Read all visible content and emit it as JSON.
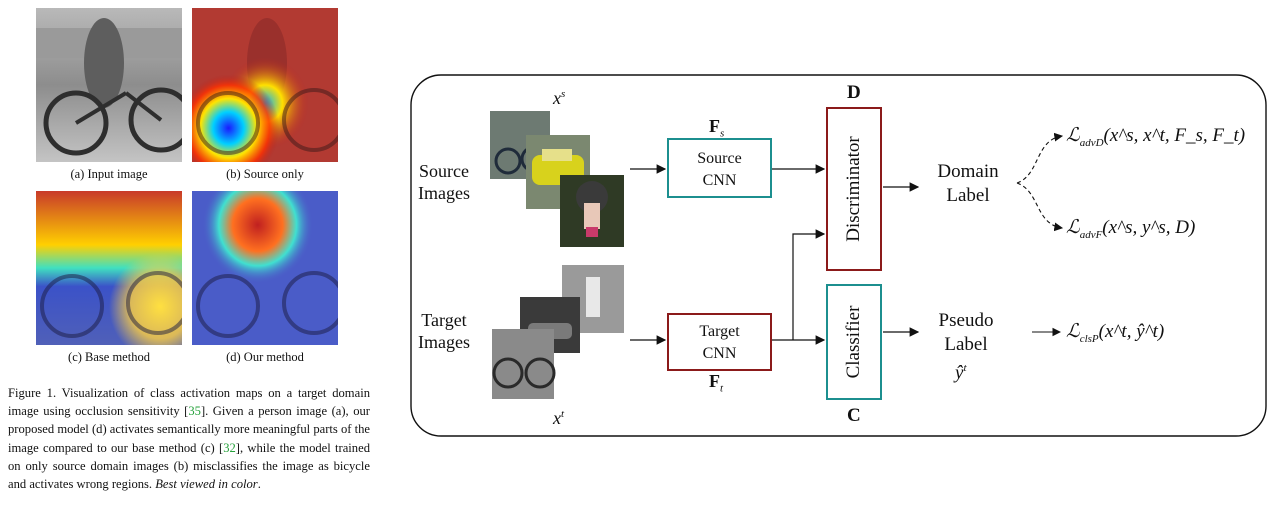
{
  "left_figure": {
    "subcaptions": [
      "(a) Input image",
      "(b) Source only",
      "(c) Base method",
      "(d) Our method"
    ],
    "caption": {
      "part1": "Figure 1. Visualization of class activation maps on a target domain image using occlusion sensitivity [",
      "ref1": "35",
      "part2": "]. Given a person image (a), our proposed model (d) activates semantically more meaningful parts of the image compared to our base method (c) [",
      "ref2": "32",
      "part3": "], while the model trained on only source domain images (b) misclassifies the image as bicycle and activates wrong regions. ",
      "emph": "Best viewed in color",
      "end": "."
    }
  },
  "diagram": {
    "source_images_label": "Source Images",
    "target_images_label": "Target Images",
    "xs_label": "x",
    "xs_sup": "s",
    "xt_label": "x",
    "xt_sup": "t",
    "Fs_label": "F",
    "Fs_sub": "s",
    "Ft_label": "F",
    "Ft_sub": "t",
    "source_cnn": "Source CNN",
    "target_cnn": "Target CNN",
    "D_label": "D",
    "C_label": "C",
    "discriminator": "Discriminator",
    "classifier": "Classifier",
    "domain_label": "Domain Label",
    "pseudo_label": "Pseudo Label",
    "yhat": "ŷ",
    "yhat_sup": "t",
    "loss_advD_sub": "advD",
    "loss_advD_args": "(x^s, x^t, F_s, F_t)",
    "loss_advF_sub": "advF",
    "loss_advF_args": "(x^s, y^s, D)",
    "loss_clsP_sub": "clsP",
    "loss_clsP_args": "(x^t, ŷ^t)",
    "colors": {
      "teal": "#1c8f8f",
      "maroon": "#8b1a1a"
    }
  }
}
